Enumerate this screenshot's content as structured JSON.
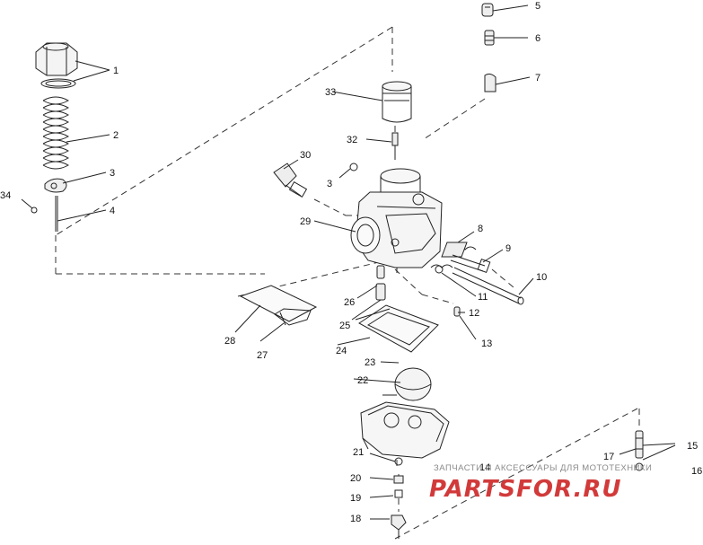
{
  "callouts": {
    "c1": "1",
    "c2": "2",
    "c3": "3",
    "c3b": "3",
    "c4": "4",
    "c5": "5",
    "c6": "6",
    "c7": "7",
    "c8": "8",
    "c9": "9",
    "c10": "10",
    "c11": "11",
    "c12": "12",
    "c13": "13",
    "c14": "14",
    "c15": "15",
    "c16": "16",
    "c17": "17",
    "c18": "18",
    "c19": "19",
    "c20": "20",
    "c21": "21",
    "c22": "22",
    "c23": "23",
    "c24": "24",
    "c25": "25",
    "c26": "26",
    "c27": "27",
    "c28": "28",
    "c29": "29",
    "c30": "30",
    "c32": "32",
    "c33": "33",
    "c34": "34"
  },
  "watermark": {
    "caption": "ЗАПЧАСТИ И АКСЕССУАРЫ ДЛЯ МОТОТЕХНИКИ",
    "logo": "PARTSFOR.RU"
  }
}
